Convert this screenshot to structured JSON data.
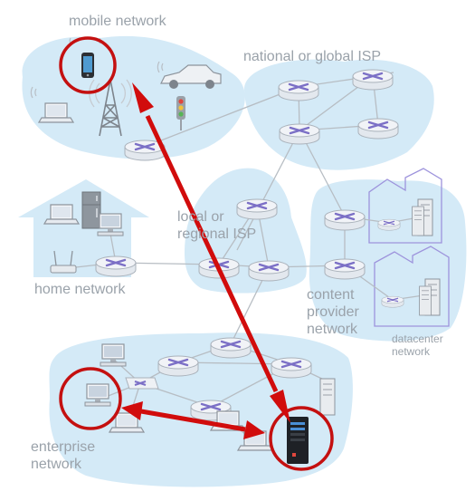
{
  "labels": {
    "mobile_network": "mobile network",
    "national_isp": "national or global ISP",
    "local_isp": "local or\nregional ISP",
    "home_network": "home network",
    "content_provider": "content\nprovider\nnetwork",
    "datacenter": "datacenter\nnetwork",
    "enterprise": "enterprise\n     network"
  },
  "colors": {
    "region_fill": "#d4eaf7",
    "link": "#b7bdc3",
    "router_body": "#eef1f5",
    "router_top": "#dfe4ea",
    "router_x": "#7b6fc6",
    "datacenter_border": "#9d93dc",
    "highlight_arrow": "#d10c0c"
  },
  "icons": {
    "router": "router-icon",
    "mobile_phone": "smartphone-icon",
    "laptop": "laptop-icon",
    "desktop": "desktop-computer-icon",
    "server": "server-icon",
    "cell_tower": "cell-tower-icon",
    "car": "car-icon",
    "traffic_light": "traffic-light-icon",
    "fridge": "refrigerator-icon",
    "wifi_router": "wifi-access-point-icon"
  }
}
